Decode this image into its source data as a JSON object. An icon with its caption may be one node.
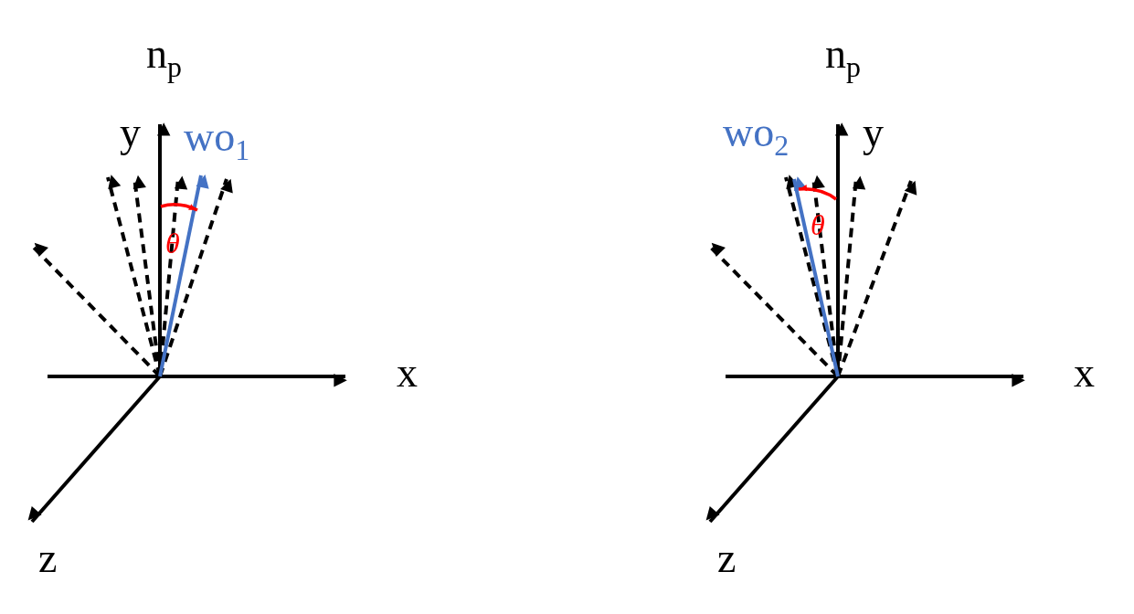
{
  "diagram": {
    "labels": [
      "n$_{p}$",
      "y",
      "wo$_{1}$",
      "θ",
      "x",
      "z",
      "n$_{p}$",
      "wo$_{2}$",
      "y",
      "θ",
      "x",
      "z"
    ]
  }
}
